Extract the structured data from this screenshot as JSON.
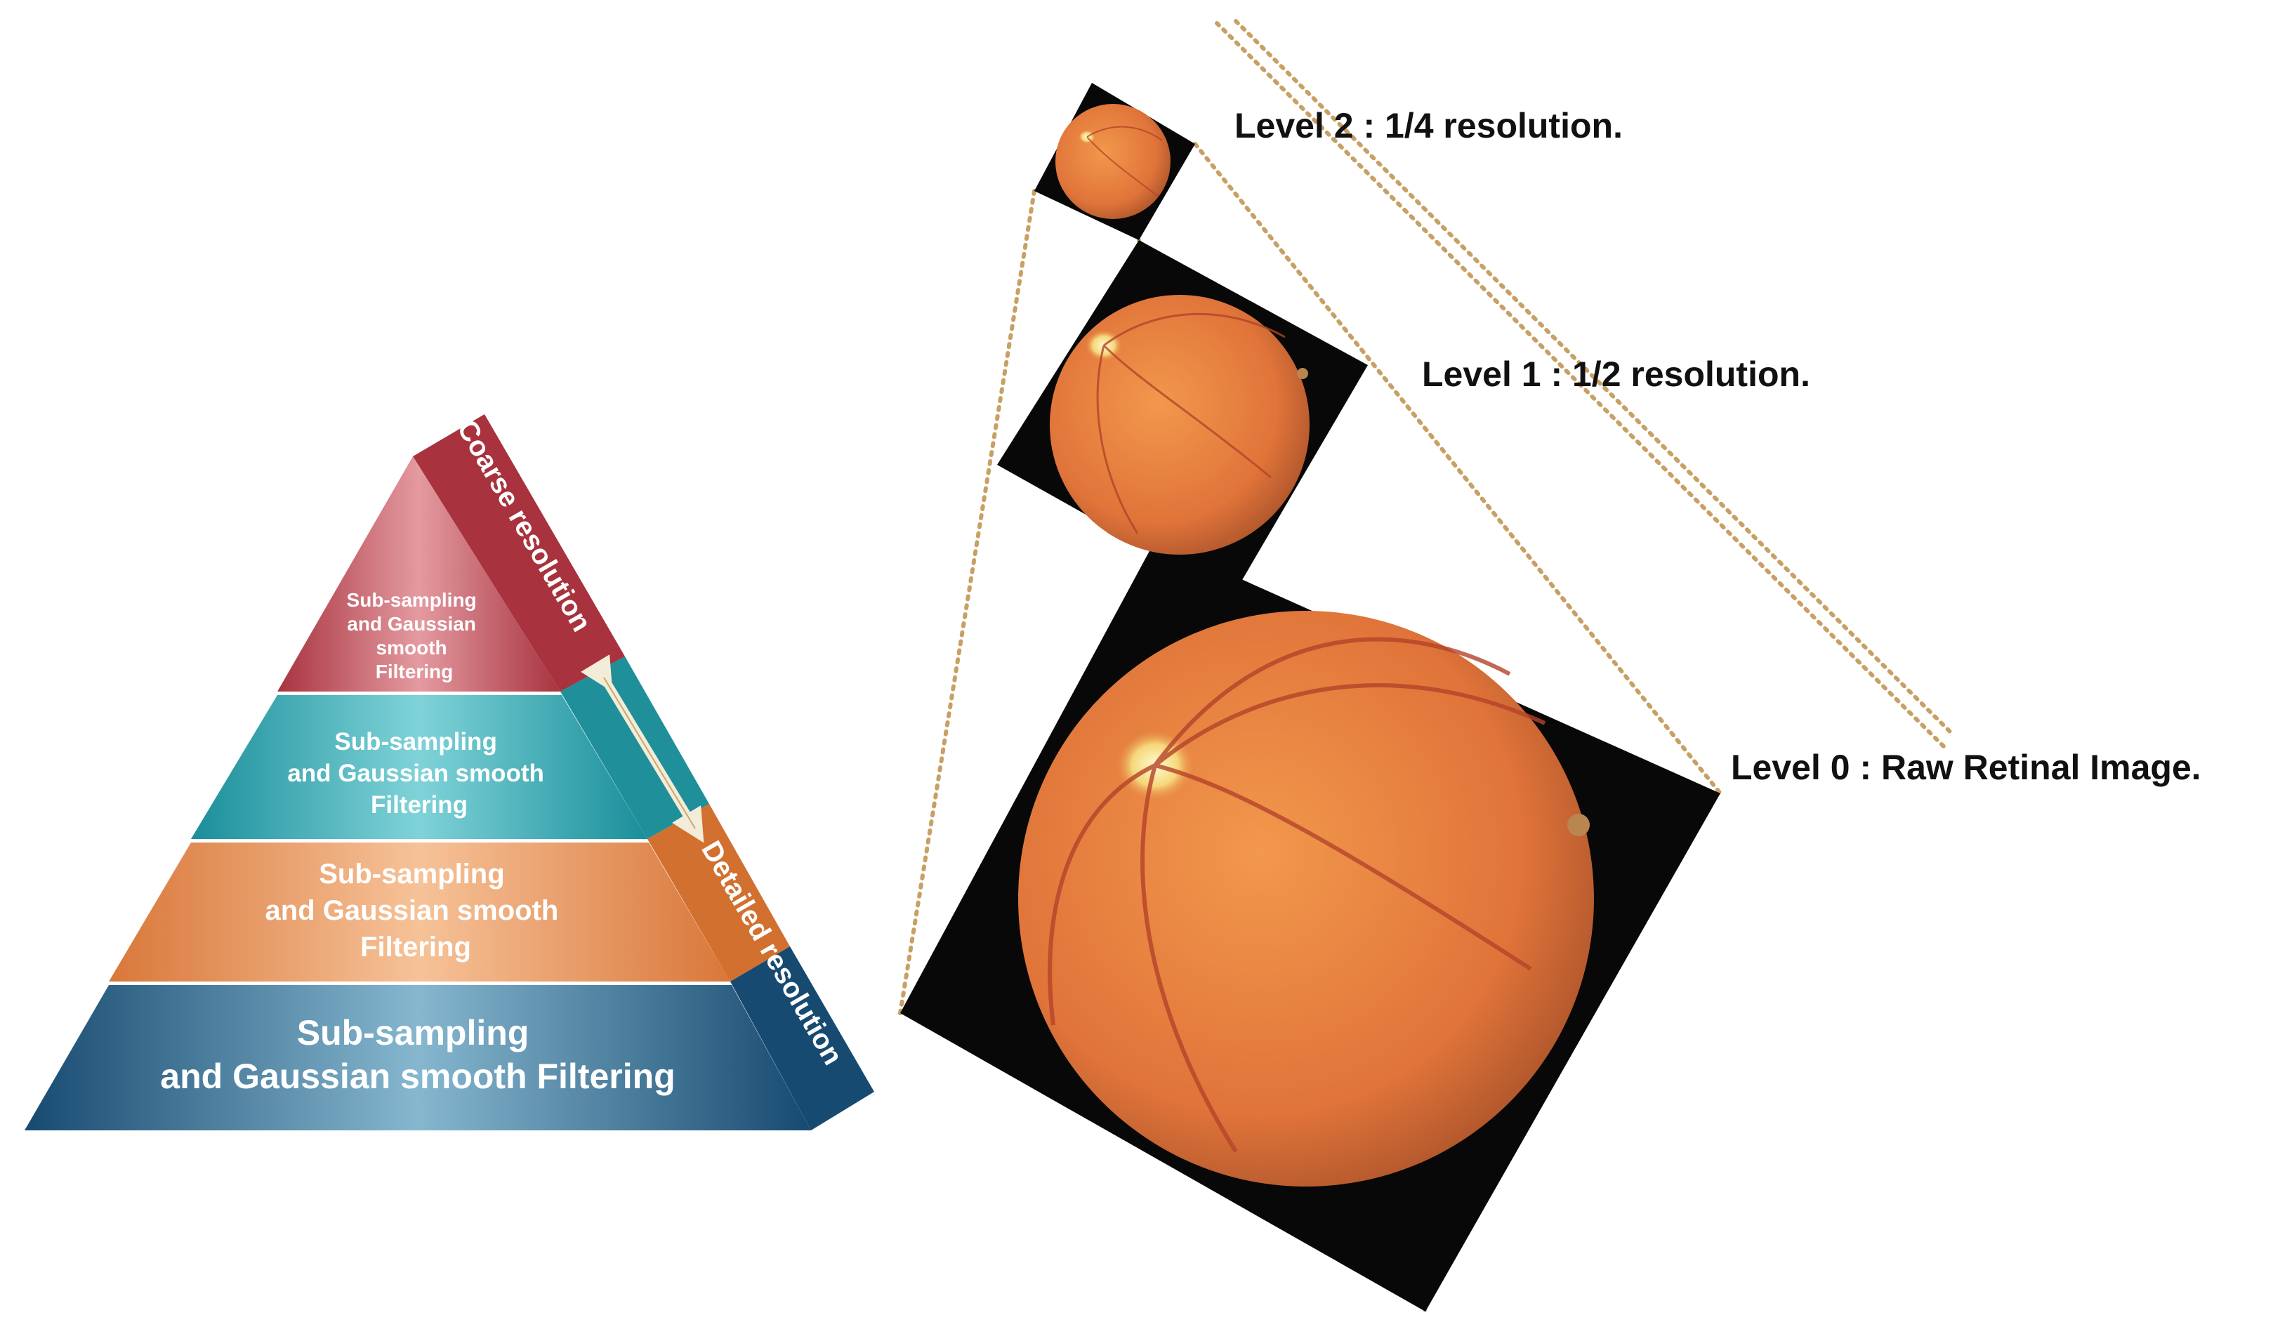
{
  "pyramid": {
    "layers": [
      {
        "lines": [
          "Sub-sampling",
          "and Gaussian",
          "smooth",
          "Filtering"
        ]
      },
      {
        "lines": [
          "Sub-sampling",
          "and Gaussian smooth",
          "Filtering"
        ]
      },
      {
        "lines": [
          "Sub-sampling",
          "and Gaussian smooth",
          "Filtering"
        ]
      },
      {
        "lines": [
          "Sub-sampling",
          "and Gaussian smooth  Filtering"
        ]
      }
    ],
    "side_top_label": "Coarse resolution",
    "side_bottom_label": "Detailed resolution"
  },
  "levels": [
    {
      "label": "Level 2 : 1/4 resolution."
    },
    {
      "label": "Level 1 : 1/2 resolution."
    },
    {
      "label": "Level 0 : Raw Retinal Image."
    }
  ],
  "colors": {
    "layer_top": "#b8424d",
    "layer_2": "#2ba3ad",
    "layer_3": "#e0854a",
    "layer_bottom": "#1f5b84",
    "retina": "#e27a3c",
    "dotted_line": "#c8a064",
    "label_text": "#111111",
    "arrow": "#f2ecd8"
  }
}
